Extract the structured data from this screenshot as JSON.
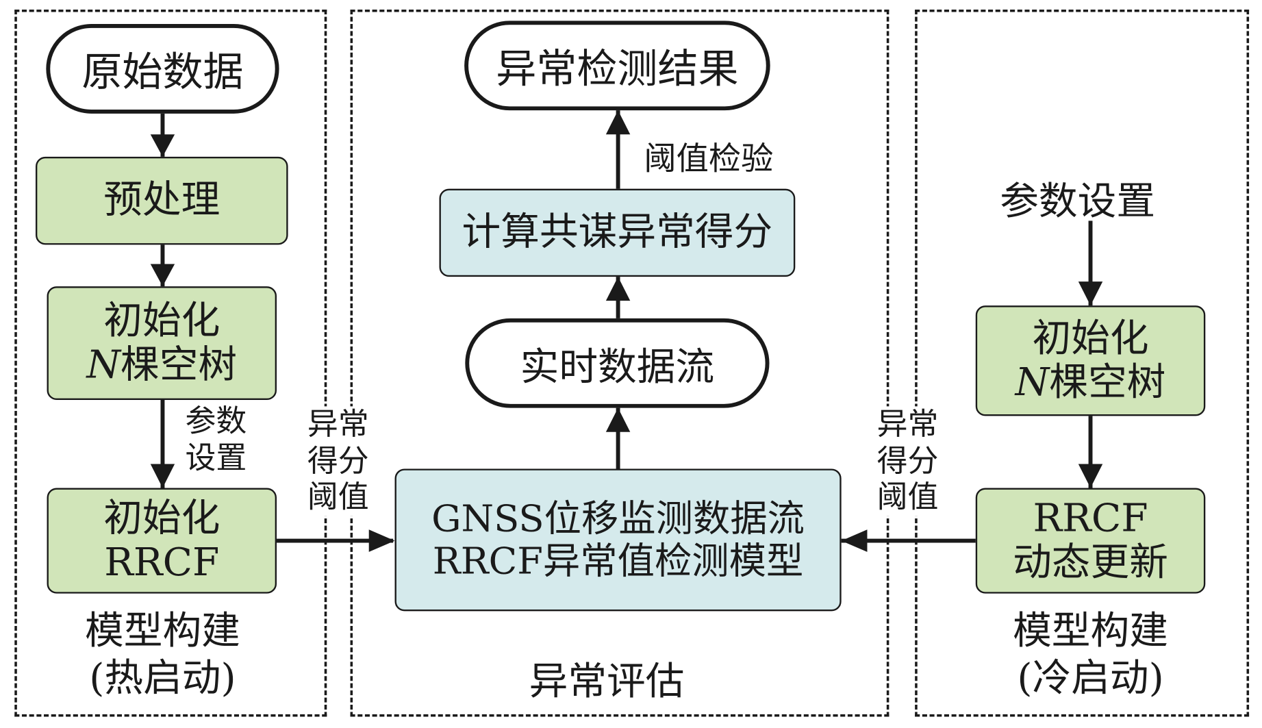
{
  "sections": {
    "warm_start": {
      "title_line1": "模型构建",
      "title_line2": "(热启动)",
      "nodes": {
        "raw_data": "原始数据",
        "preprocess": "预处理",
        "init_trees_line1": "初始化",
        "init_trees_var": "N",
        "init_trees_rest": "棵空树",
        "init_rrcf_line1": "初始化",
        "init_rrcf_line2": "RRCF"
      },
      "edge_labels": {
        "param_setting_line1": "参数",
        "param_setting_line2": "设置"
      }
    },
    "evaluation": {
      "title": "异常评估",
      "nodes": {
        "result": "异常检测结果",
        "compute_score": "计算共谋异常得分",
        "realtime_stream": "实时数据流",
        "model_line1": "GNSS位移监测数据流",
        "model_line2": "RRCF异常值检测模型"
      },
      "edge_labels": {
        "threshold_test": "阈值检验"
      }
    },
    "cold_start": {
      "title_line1": "模型构建",
      "title_line2": "(冷启动)",
      "nodes": {
        "param_setting": "参数设置",
        "init_trees_line1": "初始化",
        "init_trees_var": "N",
        "init_trees_rest": "棵空树",
        "rrcf_line1": "RRCF",
        "rrcf_line2": "动态更新"
      }
    }
  },
  "cross_labels": {
    "left": [
      "异常",
      "得分",
      "阈值"
    ],
    "right": [
      "异常",
      "得分",
      "阈值"
    ]
  },
  "colors": {
    "green_fill": "#d1e5b9",
    "blue_fill": "#d5eaec",
    "stroke": "#1a1a1a"
  }
}
